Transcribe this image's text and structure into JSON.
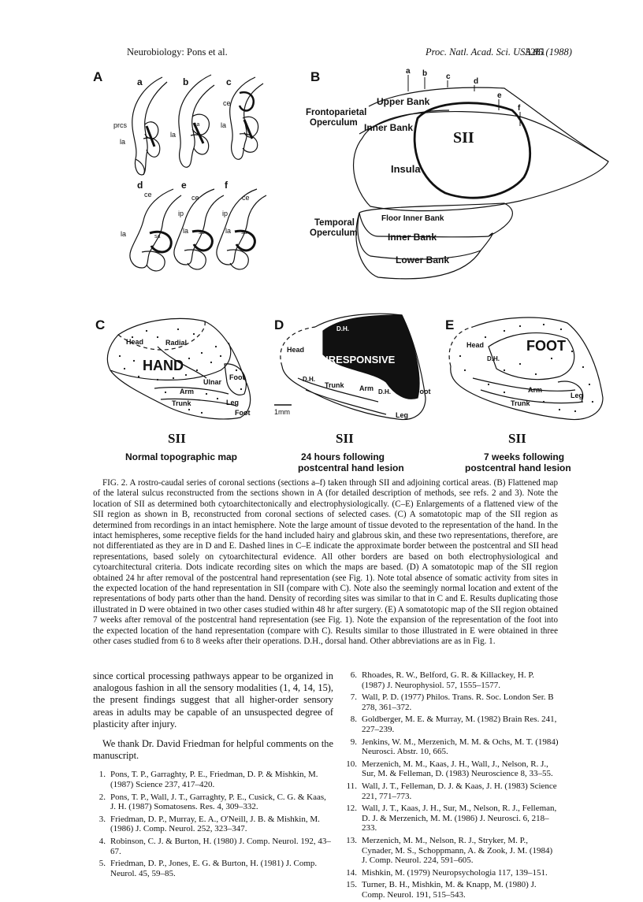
{
  "header": {
    "left": "Neurobiology: Pons et al.",
    "journal": "Proc. Natl. Acad. Sci. USA 85 (1988)",
    "page": "5281"
  },
  "figure": {
    "panel_a": {
      "label": "A",
      "sections": [
        "a",
        "b",
        "c",
        "d",
        "e",
        "f"
      ],
      "labels": [
        "prcs",
        "la",
        "la",
        "sa",
        "ce",
        "la",
        "ce",
        "la",
        "sa",
        "ce",
        "ip",
        "la",
        "sa",
        "ce",
        "ip",
        "la",
        "sa"
      ]
    },
    "panel_b": {
      "label": "B",
      "cut_letters": [
        "a",
        "b",
        "c",
        "d",
        "e",
        "f"
      ],
      "regions": {
        "upper_bank": "Upper Bank",
        "frontoparietal_1": "Frontoparietal",
        "frontoparietal_2": "Operculum",
        "inner_bank": "Inner Bank",
        "sii": "SII",
        "insula": "Insula",
        "floor_inner_bank": "Floor Inner Bank",
        "temporal_1": "Temporal",
        "temporal_2": "Operculum",
        "inner_bank_2": "Inner Bank",
        "lower_bank": "Lower Bank"
      }
    },
    "panel_c": {
      "label": "C",
      "regions": [
        "Head",
        "Radial",
        "HAND",
        "Ulnar",
        "Foot",
        "Arm",
        "Leg",
        "Trunk",
        "Foot"
      ],
      "map_title": "SII",
      "caption": "Normal topographic map"
    },
    "panel_d": {
      "label": "D",
      "regions": [
        "Head",
        "D.H.",
        "UNRESPONSIVE",
        "D.H.",
        "Trunk",
        "Arm",
        "D.H.",
        "Foot",
        "Leg"
      ],
      "scale": "1mm",
      "map_title": "SII",
      "caption_1": "24 hours following",
      "caption_2": "postcentral hand lesion"
    },
    "panel_e": {
      "label": "E",
      "regions": [
        "Head",
        "D.H.",
        "FOOT",
        "Arm",
        "Leg",
        "Trunk"
      ],
      "map_title": "SII",
      "caption_1": "7 weeks following",
      "caption_2": "postcentral hand lesion"
    }
  },
  "caption": "FIG. 2. A rostro-caudal series of coronal sections (sections a–f) taken through SII and adjoining cortical areas. (B) Flattened map of the lateral sulcus reconstructed from the sections shown in A (for detailed description of methods, see refs. 2 and 3). Note the location of SII as determined both cytoarchitectonically and electrophysiologically. (C–E) Enlargements of a flattened view of the SII region as shown in B, reconstructed from coronal sections of selected cases. (C) A somatotopic map of the SII region as determined from recordings in an intact hemisphere. Note the large amount of tissue devoted to the representation of the hand. In the intact hemispheres, some receptive fields for the hand included hairy and glabrous skin, and these two representations, therefore, are not differentiated as they are in D and E. Dashed lines in C–E indicate the approximate border between the postcentral and SII head representations, based solely on cytoarchitectural evidence. All other borders are based on both electrophysiological and cytoarchitectural criteria. Dots indicate recording sites on which the maps are based. (D) A somatotopic map of the SII region obtained 24 hr after removal of the postcentral hand representation (see Fig. 1). Note total absence of somatic activity from sites in the expected location of the hand representation in SII (compare with C). Note also the seemingly normal location and extent of the representations of body parts other than the hand. Density of recording sites was similar to that in C and E. Results duplicating those illustrated in D were obtained in two other cases studied within 48 hr after surgery. (E) A somatotopic map of the SII region obtained 7 weeks after removal of the postcentral hand representation (see Fig. 1). Note the expansion of the representation of the foot into the expected location of the hand representation (compare with C). Results similar to those illustrated in E were obtained in three other cases studied from 6 to 8 weeks after their operations. D.H., dorsal hand. Other abbreviations are as in Fig. 1.",
  "body_text": "since cortical processing pathways appear to be organized in analogous fashion in all the sensory modalities (1, 4, 14, 15), the present findings suggest that all higher-order sensory areas in adults may be capable of an unsuspected degree of plasticity after injury.",
  "acknowledgment": "We thank Dr. David Friedman for helpful comments on the manuscript.",
  "references_left": [
    {
      "n": "1.",
      "text": "Pons, T. P., Garraghty, P. E., Friedman, D. P. & Mishkin, M. (1987) Science 237, 417–420."
    },
    {
      "n": "2.",
      "text": "Pons, T. P., Wall, J. T., Garraghty, P. E., Cusick, C. G. & Kaas, J. H. (1987) Somatosens. Res. 4, 309–332."
    },
    {
      "n": "3.",
      "text": "Friedman, D. P., Murray, E. A., O'Neill, J. B. & Mishkin, M. (1986) J. Comp. Neurol. 252, 323–347."
    },
    {
      "n": "4.",
      "text": "Robinson, C. J. & Burton, H. (1980) J. Comp. Neurol. 192, 43–67."
    },
    {
      "n": "5.",
      "text": "Friedman, D. P., Jones, E. G. & Burton, H. (1981) J. Comp. Neurol. 45, 59–85."
    }
  ],
  "references_right": [
    {
      "n": "6.",
      "text": "Rhoades, R. W., Belford, G. R. & Killackey, H. P. (1987) J. Neurophysiol. 57, 1555–1577."
    },
    {
      "n": "7.",
      "text": "Wall, P. D. (1977) Philos. Trans. R. Soc. London Ser. B 278, 361–372."
    },
    {
      "n": "8.",
      "text": "Goldberger, M. E. & Murray, M. (1982) Brain Res. 241, 227–239."
    },
    {
      "n": "9.",
      "text": "Jenkins, W. M., Merzenich, M. M. & Ochs, M. T. (1984) Neurosci. Abstr. 10, 665."
    },
    {
      "n": "10.",
      "text": "Merzenich, M. M., Kaas, J. H., Wall, J., Nelson, R. J., Sur, M. & Felleman, D. (1983) Neuroscience 8, 33–55."
    },
    {
      "n": "11.",
      "text": "Wall, J. T., Felleman, D. J. & Kaas, J. H. (1983) Science 221, 771–773."
    },
    {
      "n": "12.",
      "text": "Wall, J. T., Kaas, J. H., Sur, M., Nelson, R. J., Felleman, D. J. & Merzenich, M. M. (1986) J. Neurosci. 6, 218–233."
    },
    {
      "n": "13.",
      "text": "Merzenich, M. M., Nelson, R. J., Stryker, M. P., Cynader, M. S., Schoppmann, A. & Zook, J. M. (1984) J. Comp. Neurol. 224, 591–605."
    },
    {
      "n": "14.",
      "text": "Mishkin, M. (1979) Neuropsychologia 117, 139–151."
    },
    {
      "n": "15.",
      "text": "Turner, B. H., Mishkin, M. & Knapp, M. (1980) J. Comp. Neurol. 191, 515–543."
    }
  ]
}
